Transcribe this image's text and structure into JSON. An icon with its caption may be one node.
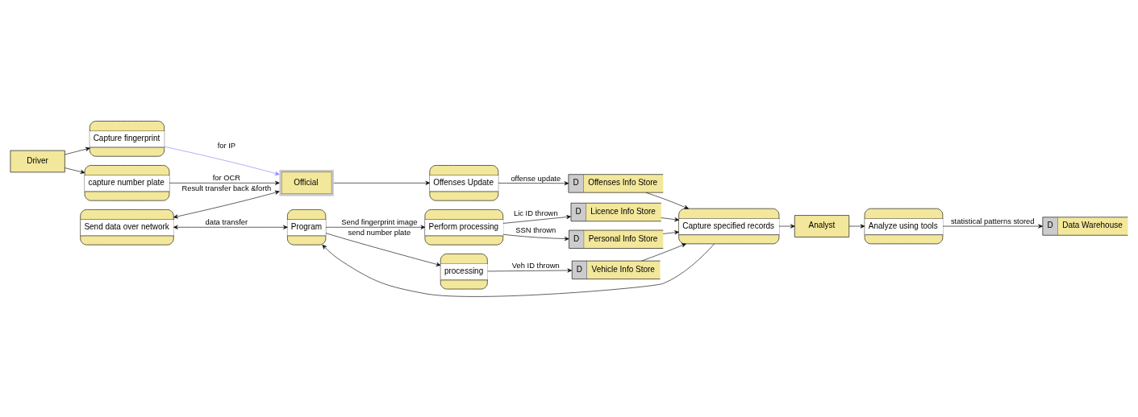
{
  "diagram": {
    "nodes": [
      {
        "text": [
          "Driver"
        ]
      },
      {
        "text": [
          "Capture fingerprint"
        ]
      },
      {
        "text": [
          "capture number plate"
        ]
      },
      {
        "text": [
          "Official"
        ]
      },
      {
        "text": [
          "Offenses Update"
        ]
      },
      {
        "text": [
          "D",
          "Data Warehouse"
        ]
      },
      {
        "text": [
          "Analyst"
        ]
      },
      {
        "text": [
          "Analyze using tools"
        ]
      },
      {
        "text": [
          "Send data over network"
        ]
      },
      {
        "text": [
          "D",
          "Offenses Info Store"
        ]
      },
      {
        "text": [
          "Perform processing"
        ]
      },
      {
        "text": [
          "D",
          "Licence Info Store"
        ]
      },
      {
        "text": [
          "Program"
        ]
      },
      {
        "text": [
          "Capture specified records"
        ]
      },
      {
        "text": [
          "D",
          "Personal Info Store"
        ]
      },
      {
        "text": [
          "processing"
        ]
      },
      {
        "text": [
          "D",
          "Vehicle Info Store"
        ]
      }
    ],
    "edges": [
      {
        "from": 0,
        "to": 1,
        "arrow": "to"
      },
      {
        "from": 0,
        "to": 2,
        "arrow": "to"
      },
      {
        "from": 1,
        "to": 3,
        "arrow": "to",
        "label": "for IP",
        "color": "#8080ff"
      },
      {
        "from": 2,
        "to": 3,
        "arrow": "to",
        "label": "for OCR"
      },
      {
        "from": 3,
        "to": 4,
        "arrow": "to"
      },
      {
        "from": 8,
        "to": 3,
        "arrow": "both",
        "label": "Result transfer back &forth"
      },
      {
        "from": 4,
        "to": 9,
        "arrow": "to",
        "label": "offense update"
      },
      {
        "from": 6,
        "to": 7,
        "arrow": "to"
      },
      {
        "from": 7,
        "to": 5,
        "arrow": "to",
        "label": "statistical patterns stored"
      },
      {
        "from": 13,
        "to": 6,
        "arrow": "to"
      },
      {
        "from": 8,
        "to": 12,
        "arrow": "both",
        "label": "data transfer"
      },
      {
        "from": 12,
        "to": 10,
        "arrow": "to",
        "label": "Send fingerprint image"
      },
      {
        "from": 12,
        "to": 15,
        "arrow": "to",
        "label": "send number plate"
      },
      {
        "from": 10,
        "to": 11,
        "arrow": "to",
        "label": "Lic ID thrown"
      },
      {
        "from": 10,
        "to": 14,
        "arrow": "to",
        "label": "SSN thrown"
      },
      {
        "from": 15,
        "to": 16,
        "arrow": "to",
        "label": "Veh ID thrown"
      },
      {
        "from": 9,
        "to": 13,
        "arrow": "to"
      },
      {
        "from": 11,
        "to": 13,
        "arrow": "to"
      },
      {
        "from": 14,
        "to": 13,
        "arrow": "to"
      },
      {
        "from": 16,
        "to": 13,
        "arrow": "to"
      },
      {
        "from": 13,
        "to": 12,
        "arrow": "to"
      }
    ]
  }
}
